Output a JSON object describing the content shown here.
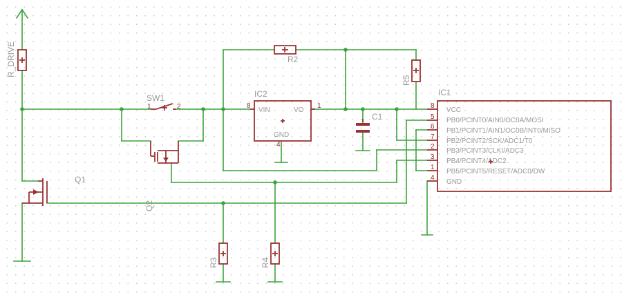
{
  "labels": {
    "r_drive": "R_DRIVE",
    "sw1": "SW1",
    "sw1_pin1": "1",
    "sw1_pin2": "2",
    "ic2": "IC2",
    "ic2_vin": "VIN",
    "ic2_vo": "VO",
    "ic2_gnd": "GND",
    "ic2_pin8": "8",
    "ic2_pin1": "1",
    "ic2_pin4": "4",
    "r2": "R2",
    "r5": "R5",
    "c1": "C1",
    "ic1": "IC1",
    "q1": "Q1",
    "q2": "Q2",
    "r3": "R3",
    "r4": "R4"
  },
  "ic1_pins": [
    {
      "num": "8",
      "name": "VCC"
    },
    {
      "num": "5",
      "name": "PB0/PCINT0/AIN0/OC0A/MOSI"
    },
    {
      "num": "6",
      "name": "PB1/PCINT1/AIN1/OC0B/INT0/MISO"
    },
    {
      "num": "7",
      "name": "PB2/PCINT2/SCK/ADC1/T0"
    },
    {
      "num": "2",
      "name": "PB3/PCINT3/CLKI/ADC3"
    },
    {
      "num": "3",
      "name": "PB4/PCINT4/ADC2"
    },
    {
      "num": "1",
      "name": "PB5/PCINT5/RESET/ADC0/DW"
    },
    {
      "num": "4",
      "name": "GND"
    }
  ],
  "colors": {
    "wire": "#3aa33a",
    "symbol": "#9a3333",
    "label": "#9a9a9a"
  }
}
